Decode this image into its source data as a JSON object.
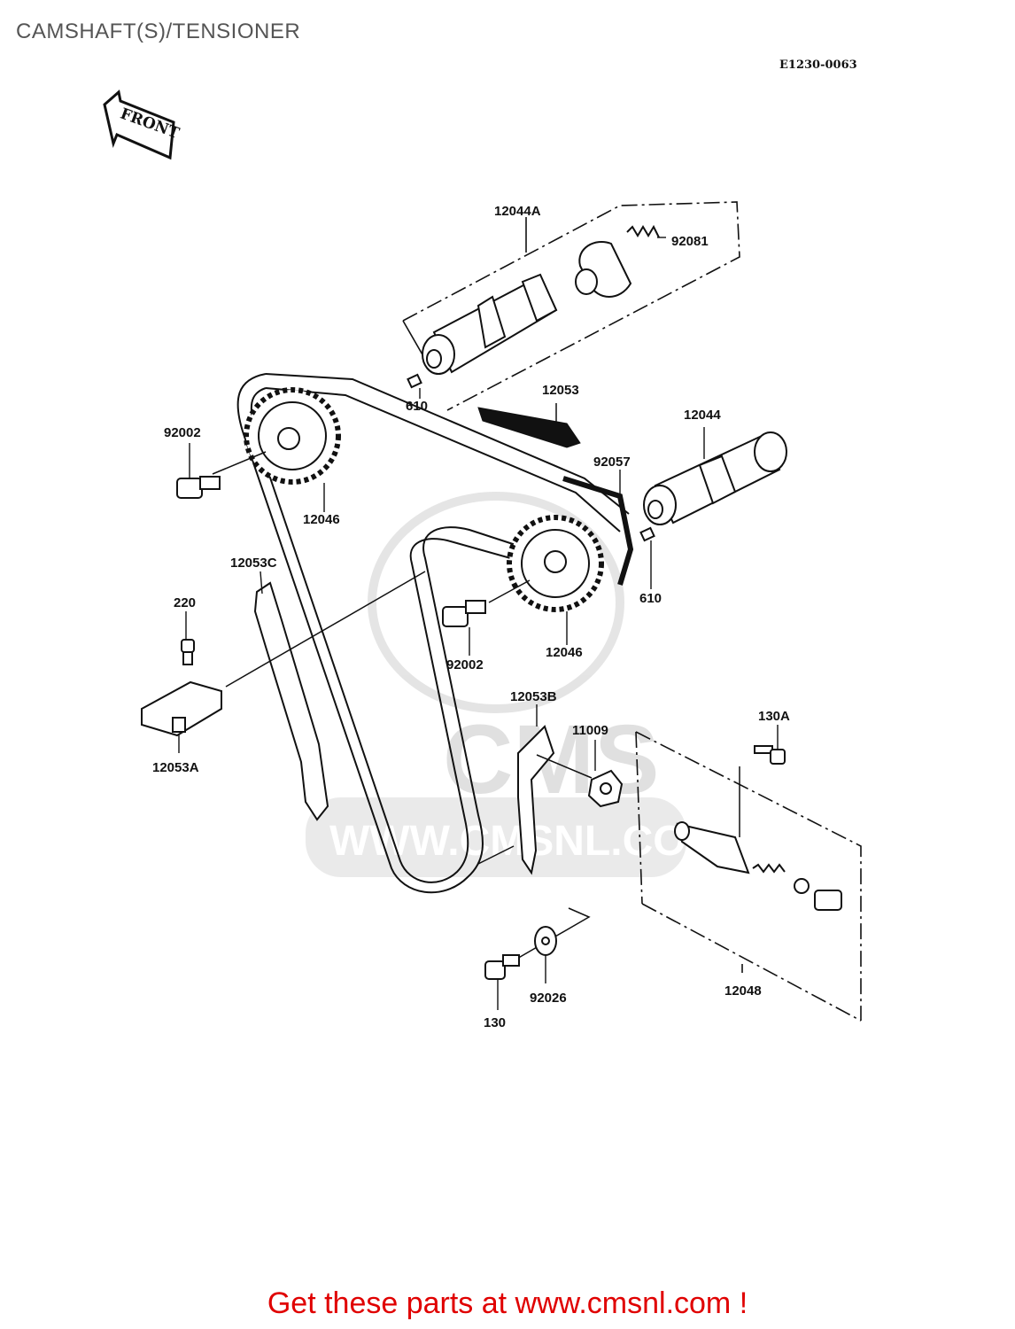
{
  "page": {
    "title": "CAMSHAFT(S)/TENSIONER",
    "diagram_ref": "E1230-0063",
    "front_label": "FRONT",
    "footer": "Get these parts at www.cmsnl.com !",
    "watermark": {
      "brand": "CMS",
      "site": "WWW.CMSNL.COM"
    },
    "colors": {
      "footer": "#e00000",
      "line": "#111111",
      "watermark": "#dcdcdc",
      "title": "#555555"
    }
  },
  "parts": {
    "camshaft_assy_a": "12044A",
    "spring": "92081",
    "guide_top": "12053",
    "pin_upper": "610",
    "bolt_left": "92002",
    "sprocket_left": "12046",
    "chain": "92057",
    "camshaft": "12044",
    "pin_right": "610",
    "guide_c": "12053C",
    "bolt_220": "220",
    "guide_a": "12053A",
    "bolt_center": "92002",
    "sprocket_center": "12046",
    "guide_b": "12053B",
    "gasket": "11009",
    "bolt_130a": "130A",
    "tensioner": "12048",
    "washer": "92026",
    "bolt_130": "130"
  }
}
